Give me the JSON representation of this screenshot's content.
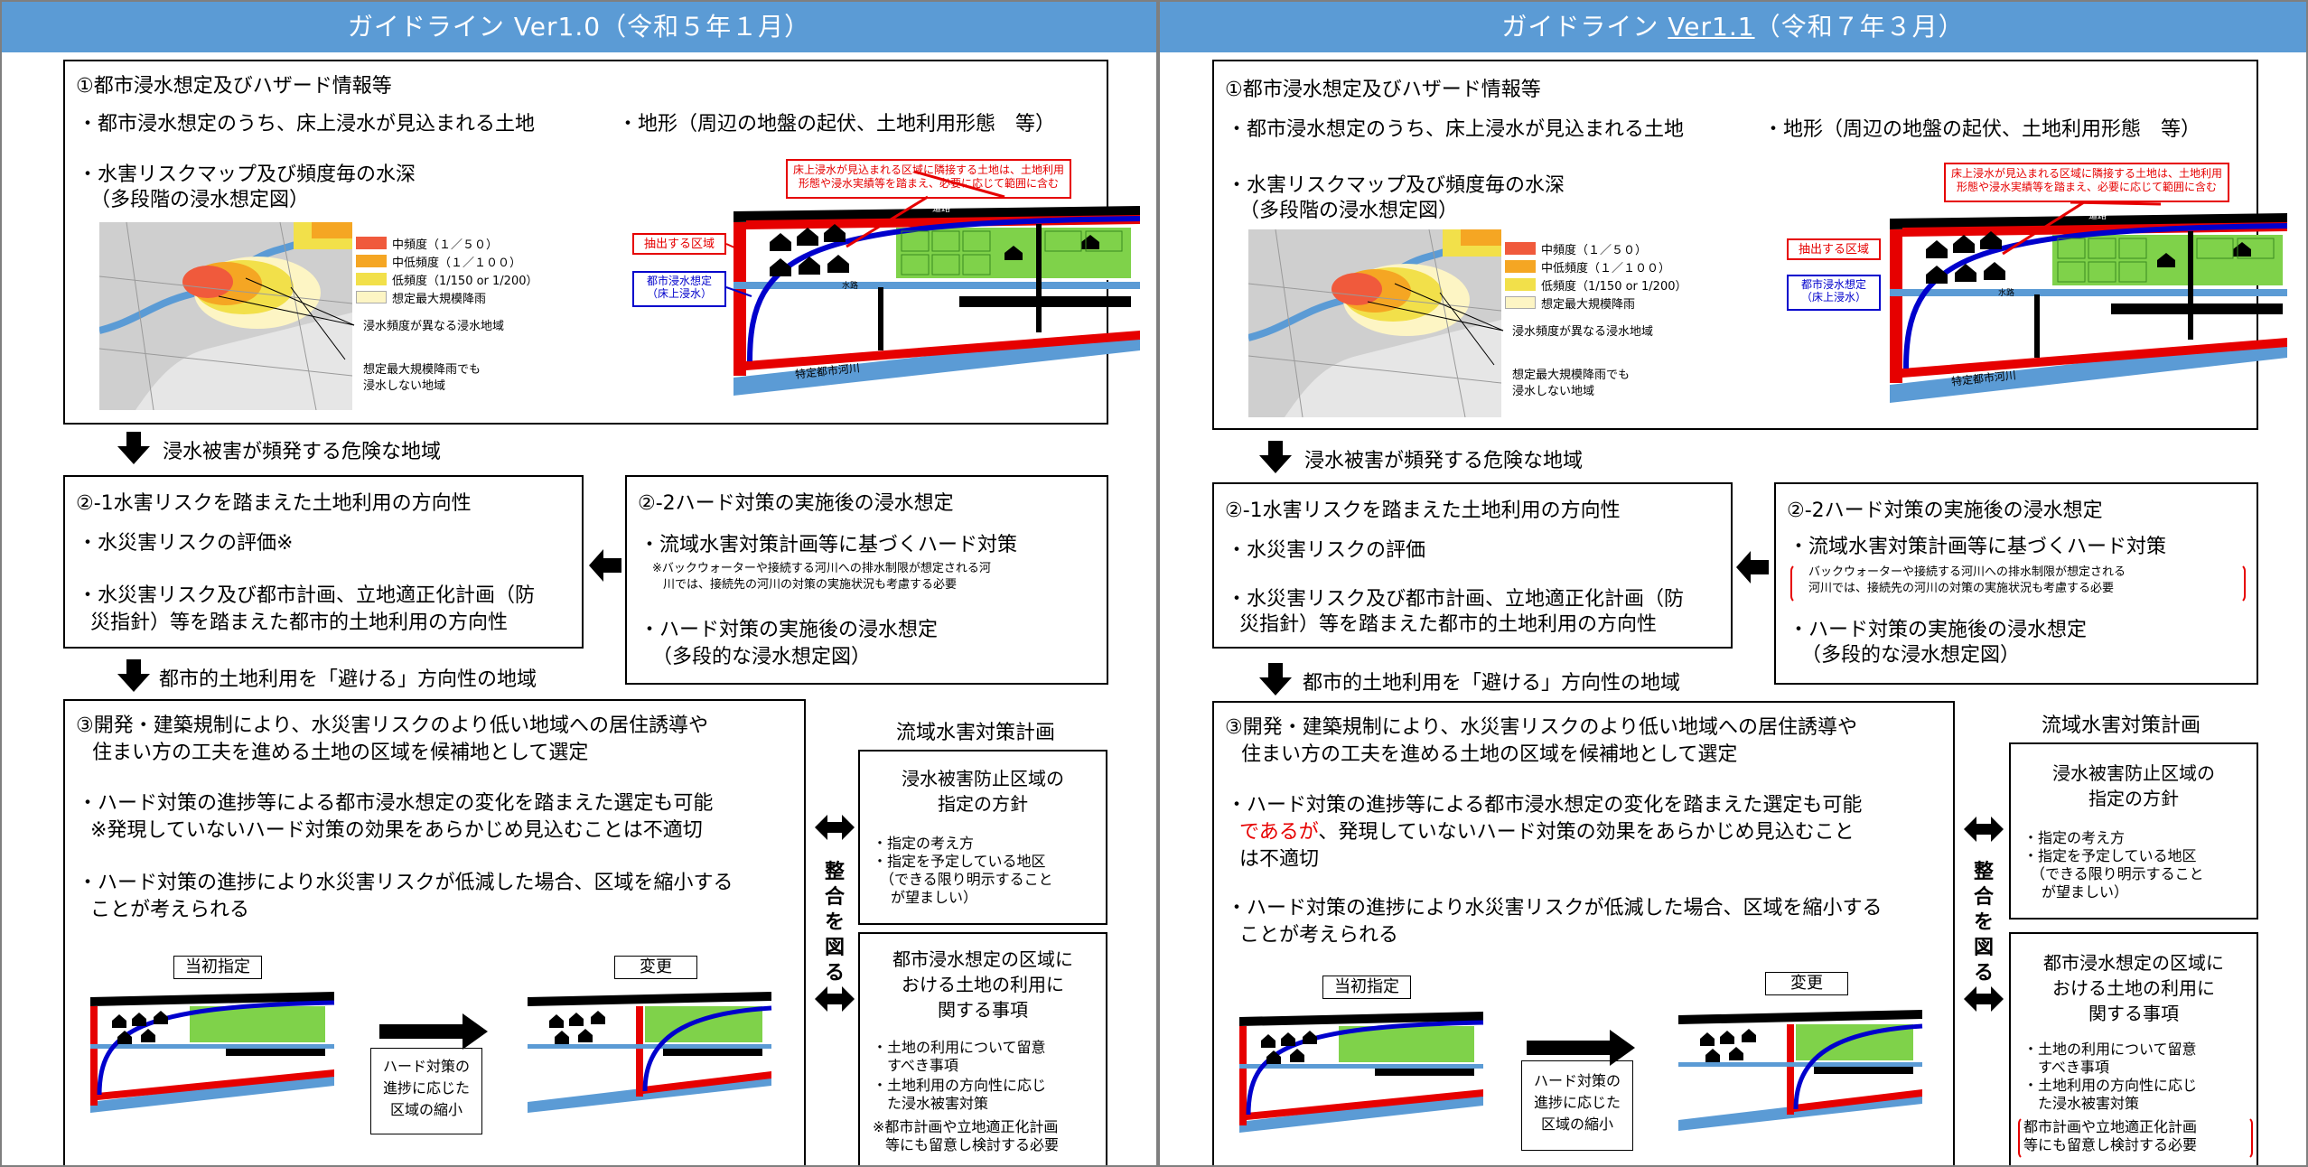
{
  "left": {
    "header": "ガイドライン Ver1.0（令和５年１月）",
    "s1": {
      "title": "①都市浸水想定及びハザード情報等",
      "b1": "・都市浸水想定のうち、床上浸水が見込まれる土地",
      "b2": "・地形（周辺の地盤の起伏、土地利用形態　等）",
      "b3a": "・水害リスクマップ及び頻度毎の水深",
      "b3b": "（多段階の浸水想定図）",
      "legend": [
        "中頻度（１／５０）",
        "中低頻度（１／１００）",
        "低頻度（1/150 or 1/200）",
        "想定最大規模降雨"
      ],
      "map_note1": "浸水頻度が異なる浸水地域",
      "map_note2a": "想定最大規模降雨でも",
      "map_note2b": "浸水しない地域",
      "callout_red": "床上浸水が見込まれる区域に隣接する土地は、土地利用形態や浸水実績等を踏まえ、必要に応じて範囲に含む",
      "extract": "抽出する区域",
      "blue_a": "都市浸水想定",
      "blue_b": "（床上浸水）",
      "road": "道路",
      "river": "特定都市河川",
      "waterway": "水路"
    },
    "arrow1": "浸水被害が頻発する危険な地域",
    "s21": {
      "title": "②-1水害リスクを踏まえた土地利用の方向性",
      "b1": "・水災害リスクの評価※",
      "b2a": "・水災害リスク及び都市計画、立地適正化計画（防",
      "b2b": "災指針）等を踏まえた都市的土地利用の方向性"
    },
    "s22": {
      "title": "②-2ハード対策の実施後の浸水想定",
      "b1": "・流域水害対策計画等に基づくハード対策",
      "note_a": "※バックウォーターや接続する河川への排水制限が想定される河",
      "note_b": "川では、接続先の河川の対策の実施状況も考慮する必要",
      "b2a": "・ハード対策の実施後の浸水想定",
      "b2b": "（多段的な浸水想定図）"
    },
    "arrow2": "都市的土地利用を「避ける」方向性の地域",
    "s3": {
      "title_a": "③開発・建築規制により、水災害リスクのより低い地域への居住誘導や",
      "title_b": "住まい方の工夫を進める土地の区域を候補地として選定",
      "b1a": "・ハード対策の進捗等による都市浸水想定の変化を踏まえた選定も可能",
      "b1b": "※発現していないハード対策の効果をあらかじめ見込むことは不適切",
      "b2a": "・ハード対策の進捗により水災害リスクが低減した場合、区域を縮小する",
      "b2b": "ことが考えられる",
      "initial": "当初指定",
      "change": "変更",
      "shrink": [
        "ハード対策の",
        "進捗に応じた",
        "区域の縮小"
      ]
    },
    "plan": {
      "title": "流域水害対策計画",
      "p1_title": [
        "浸水被害防止区域の",
        "指定の方針"
      ],
      "p1_items": [
        "・指定の考え方",
        "・指定を予定している地区",
        "（できる限り明示すること",
        "が望ましい）"
      ],
      "p2_title": [
        "都市浸水想定の区域に",
        "おける土地の利用に",
        "関する事項"
      ],
      "p2_items": [
        "・土地の利用について留意",
        "すべき事項",
        "・土地利用の方向性に応じ",
        "た浸水被害対策"
      ],
      "p2_note": [
        "※都市計画や立地適正化計画",
        "等にも留意し検討する必要"
      ],
      "integrate": [
        "整",
        "合",
        "を",
        "図",
        "る"
      ]
    }
  },
  "right": {
    "header_pre": "ガイドライン ",
    "header_ver": "Ver1.1",
    "header_post": "（令和７年３月）",
    "s1": {
      "title": "①都市浸水想定及びハザード情報等",
      "b1": "・都市浸水想定のうち、床上浸水が見込まれる土地",
      "b2": "・地形（周辺の地盤の起伏、土地利用形態　等）",
      "b3a": "・水害リスクマップ及び頻度毎の水深",
      "b3b": "（多段階の浸水想定図）",
      "legend": [
        "中頻度（１／５０）",
        "中低頻度（１／１００）",
        "低頻度（1/150 or 1/200）",
        "想定最大規模降雨"
      ],
      "map_note1": "浸水頻度が異なる浸水地域",
      "map_note2a": "想定最大規模降雨でも",
      "map_note2b": "浸水しない地域",
      "callout_red": "床上浸水が見込まれる区域に隣接する土地は、土地利用形態や浸水実績等を踏まえ、必要に応じて範囲に含む",
      "extract": "抽出する区域",
      "blue_a": "都市浸水想定",
      "blue_b": "（床上浸水）",
      "road": "道路",
      "river": "特定都市河川",
      "waterway": "水路"
    },
    "arrow1": "浸水被害が頻発する危険な地域",
    "s21": {
      "title": "②-1水害リスクを踏まえた土地利用の方向性",
      "b1": "・水災害リスクの評価",
      "b2a": "・水災害リスク及び都市計画、立地適正化計画（防",
      "b2b": "災指針）等を踏まえた都市的土地利用の方向性"
    },
    "s22": {
      "title": "②-2ハード対策の実施後の浸水想定",
      "b1": "・流域水害対策計画等に基づくハード対策",
      "note_a": "バックウォーターや接続する河川への排水制限が想定される",
      "note_b": "河川では、接続先の河川の対策の実施状況も考慮する必要",
      "b2a": "・ハード対策の実施後の浸水想定",
      "b2b": "（多段的な浸水想定図）"
    },
    "arrow2": "都市的土地利用を「避ける」方向性の地域",
    "s3": {
      "title_a": "③開発・建築規制により、水災害リスクのより低い地域への居住誘導や",
      "title_b": "住まい方の工夫を進める土地の区域を候補地として選定",
      "b1a": "・ハード対策の進捗等による都市浸水想定の変化を踏まえた選定も可能",
      "b1b_red": "であるが",
      "b1b_rest": "、発現していないハード対策の効果をあらかじめ見込むこと",
      "b1c": "は不適切",
      "b2a": "・ハード対策の進捗により水災害リスクが低減した場合、区域を縮小する",
      "b2b": "ことが考えられる",
      "initial": "当初指定",
      "change": "変更",
      "shrink": [
        "ハード対策の",
        "進捗に応じた",
        "区域の縮小"
      ]
    },
    "plan": {
      "title": "流域水害対策計画",
      "p1_title": [
        "浸水被害防止区域の",
        "指定の方針"
      ],
      "p1_items": [
        "・指定の考え方",
        "・指定を予定している地区",
        "（できる限り明示すること",
        "が望ましい）"
      ],
      "p2_title": [
        "都市浸水想定の区域に",
        "おける土地の利用に",
        "関する事項"
      ],
      "p2_items": [
        "・土地の利用について留意",
        "すべき事項",
        "・土地利用の方向性に応じ",
        "た浸水被害対策"
      ],
      "p2_note": [
        "都市計画や立地適正化計画",
        "等にも留意し検討する必要"
      ],
      "integrate": [
        "整",
        "合",
        "を",
        "図",
        "る"
      ]
    }
  },
  "colors": {
    "header": "#5b9bd5",
    "high_freq": "#f05a3c",
    "mid_low_freq": "#f5a623",
    "low_freq": "#f2e04a",
    "max_rain": "#fdf5c4",
    "red": "#e60000",
    "blue": "#0000cc",
    "water": "#5b9bd5",
    "green": "#7fd24a"
  }
}
